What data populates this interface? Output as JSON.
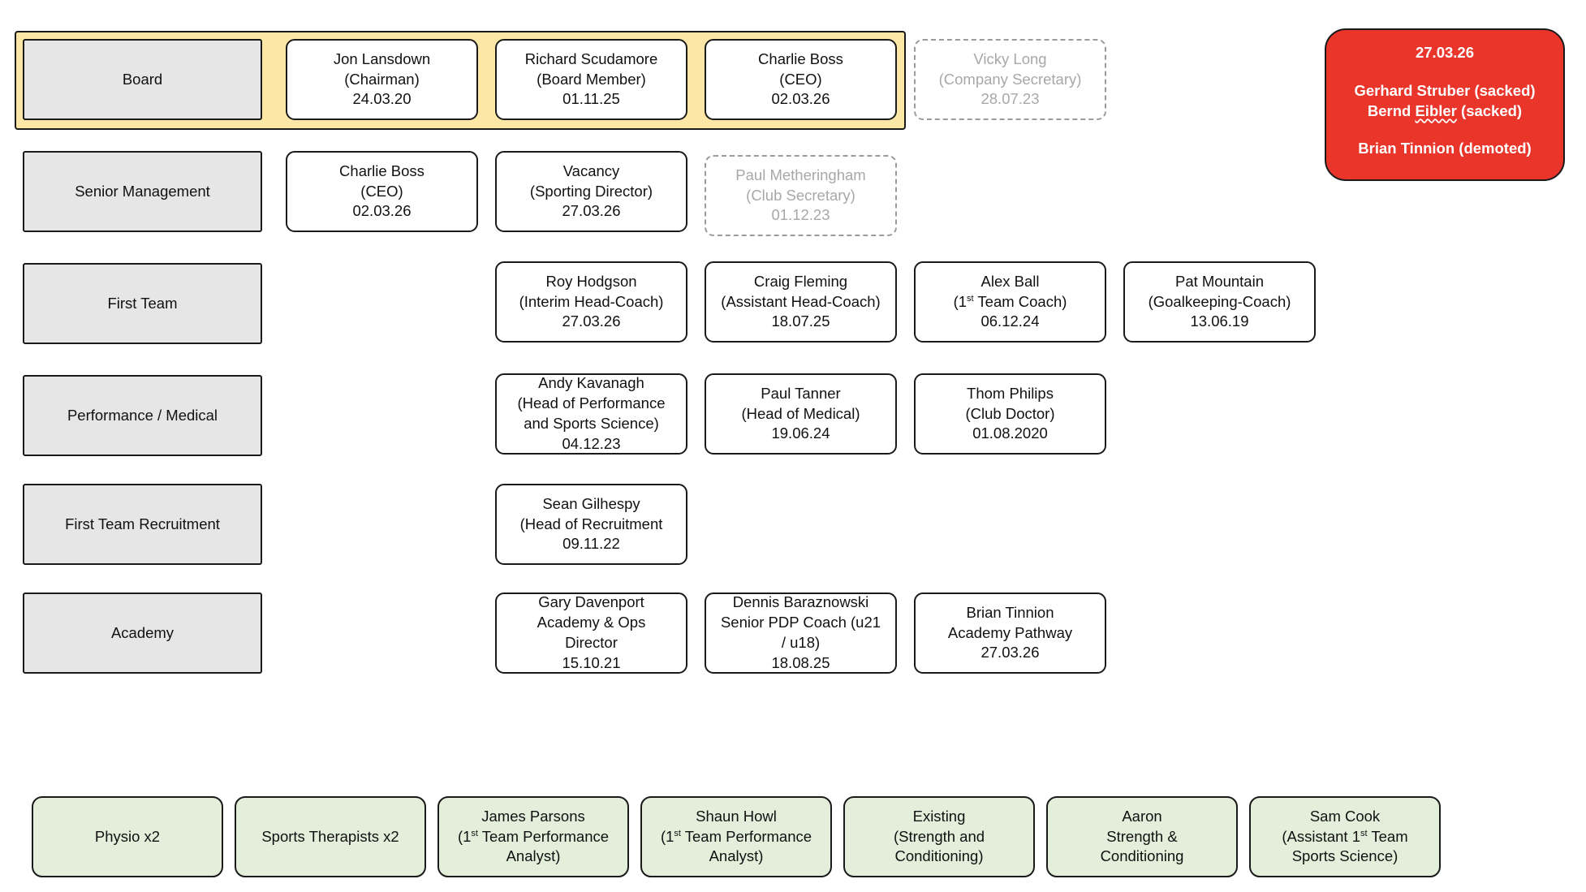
{
  "rows": [
    {
      "label": "Board"
    },
    {
      "label": "Senior Management"
    },
    {
      "label": "First Team"
    },
    {
      "label": "Performance / Medical"
    },
    {
      "label": "First Team Recruitment"
    },
    {
      "label": "Academy"
    }
  ],
  "board": [
    {
      "name": "Jon Lansdown",
      "role": "(Chairman)",
      "date": "24.03.20"
    },
    {
      "name": "Richard Scudamore",
      "role": "(Board Member)",
      "date": "01.11.25"
    },
    {
      "name": "Charlie Boss",
      "role": "(CEO)",
      "date": "02.03.26"
    },
    {
      "name": "Vicky Long",
      "role": "(Company Secretary)",
      "date": "28.07.23"
    }
  ],
  "senior_management": [
    {
      "name": "Charlie Boss",
      "role": "(CEO)",
      "date": "02.03.26"
    },
    {
      "name": "Vacancy",
      "role": "(Sporting Director)",
      "date": "27.03.26"
    },
    {
      "name": "Paul Metheringham",
      "role": "(Club Secretary)",
      "date": "01.12.23"
    }
  ],
  "first_team": [
    {
      "name": "Roy Hodgson",
      "role": "(Interim Head-Coach)",
      "date": "27.03.26"
    },
    {
      "name": "Craig Fleming",
      "role": "(Assistant Head-Coach)",
      "date": "18.07.25"
    },
    {
      "name": "Alex Ball",
      "role_pre": "(1",
      "role_sup": "st",
      "role_post": " Team Coach)",
      "date": "06.12.24"
    },
    {
      "name": "Pat Mountain",
      "role": "(Goalkeeping-Coach)",
      "date": "13.06.19"
    }
  ],
  "performance_medical": [
    {
      "name": "Andy Kavanagh",
      "role1": "(Head of Performance",
      "role2": "and Sports Science)",
      "date": "04.12.23"
    },
    {
      "name": "Paul Tanner",
      "role": "(Head of Medical)",
      "date": "19.06.24"
    },
    {
      "name": "Thom Philips",
      "role": "(Club Doctor)",
      "date": "01.08.2020"
    }
  ],
  "recruitment": [
    {
      "name": "Sean Gilhespy",
      "role": "(Head of Recruitment",
      "date": "09.11.22"
    }
  ],
  "academy": [
    {
      "name": "Gary Davenport",
      "role1": "Academy & Ops",
      "role2": "Director",
      "date": "15.10.21"
    },
    {
      "name": "Dennis Baraznowski",
      "role1": "Senior PDP Coach (u21",
      "role2": "/ u18)",
      "date": "18.08.25"
    },
    {
      "name": "Brian Tinnion",
      "role": "Academy Pathway",
      "date": "27.03.26"
    }
  ],
  "notice": {
    "date": "27.03.26",
    "line1": "Gerhard Struber (sacked)",
    "line2_pre": "Bernd ",
    "line2_name": "Eibler",
    "line2_post": " (sacked)",
    "line3": "Brian Tinnion (demoted)"
  },
  "support": [
    {
      "l1": "Physio x2"
    },
    {
      "l1": "Sports Therapists x2"
    },
    {
      "l1": "James Parsons",
      "l2_pre": "(1",
      "l2_sup": "st",
      "l2_post": " Team Performance",
      "l3": "Analyst)"
    },
    {
      "l1": "Shaun Howl",
      "l2_pre": "(1",
      "l2_sup": "st",
      "l2_post": " Team Performance",
      "l3": "Analyst)"
    },
    {
      "l1": "Existing",
      "l2": "(Strength and",
      "l3": "Conditioning)"
    },
    {
      "l1": "Aaron",
      "l2": "Strength &",
      "l3": "Conditioning"
    },
    {
      "l1": "Sam Cook",
      "l2_pre": "(Assistant 1",
      "l2_sup": "st",
      "l2_post": " Team",
      "l3": "Sports Science)"
    }
  ],
  "colors": {
    "board_band": "#fce7a6",
    "label_bg": "#e6e6e6",
    "support_bg": "#e3eedb",
    "notice_bg": "#e9352a",
    "dashed_text": "#a8a8a8"
  }
}
